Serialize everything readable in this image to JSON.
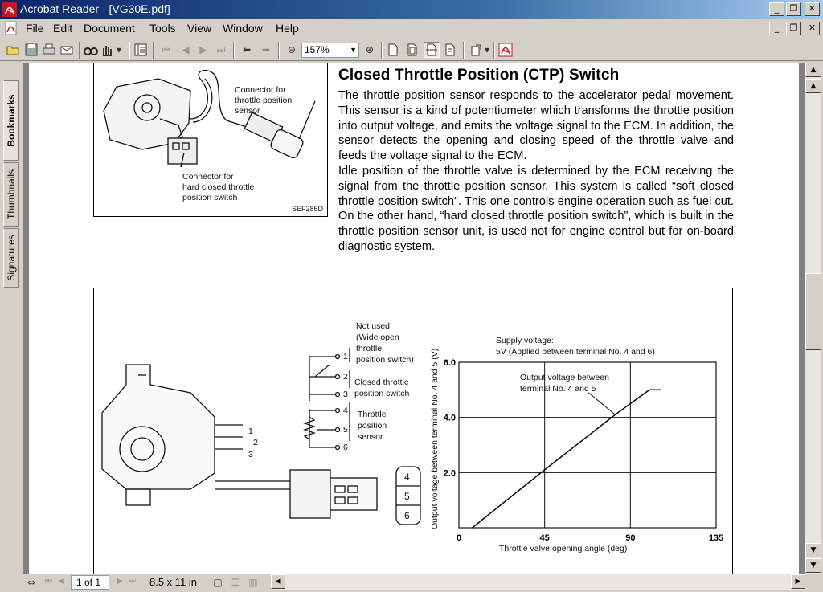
{
  "window": {
    "app_title": "Acrobat Reader - [VG30E.pdf]",
    "min_btn": "_",
    "restore_btn": "❐",
    "close_btn": "✕"
  },
  "menu": [
    "File",
    "Edit",
    "Document",
    "Tools",
    "View",
    "Window",
    "Help"
  ],
  "toolbar": {
    "zoom_value": "157%"
  },
  "side_tabs": [
    "Bookmarks",
    "Thumbnails",
    "Signatures"
  ],
  "statusbar": {
    "page_indicator": "1 of 1",
    "page_size": "8.5 x 11 in"
  },
  "document": {
    "figure1": {
      "label_connector_tps": "Connector for\nthrottle position\nsensor",
      "label_connector_hard": "Connector for\nhard closed throttle\nposition switch",
      "code": "SEF286D"
    },
    "section_title": "Closed Throttle Position (CTP) Switch",
    "para1": "The throttle position sensor responds to the accelerator pedal movement. This sensor is a kind of potentiometer which transforms the throttle position into output voltage, and emits the voltage signal to the ECM. In addition, the sensor detects the opening and closing speed of the throttle valve and feeds the voltage signal to the ECM.",
    "para2": "Idle position of the throttle valve is determined by the ECM receiving the signal from the throttle position sensor. This system is called “soft closed throttle position switch”. This one controls engine operation such as fuel cut. On the other hand, “hard closed throttle position switch”, which is built in the throttle position sensor unit, is used not for engine control but for on-board diagnostic system.",
    "figure2": {
      "not_used": "Not used\n(Wide open\nthrottle\nposition switch)",
      "closed_throttle": "Closed throttle\nposition switch",
      "tps": "Throttle\nposition\nsensor",
      "terminals": [
        "1",
        "2",
        "3",
        "4",
        "5",
        "6"
      ],
      "connector_pins": [
        "4",
        "5",
        "6"
      ],
      "side_pins": [
        "1",
        "2",
        "3"
      ],
      "supply_voltage": "Supply voltage:\n5V (Applied between terminal No. 4 and 6)",
      "output_label": "Output voltage between\nterminal No. 4 and 5"
    }
  },
  "chart_data": {
    "type": "line",
    "title": "",
    "xlabel": "Throttle valve opening angle  (deg)",
    "ylabel": "Output voltage between terminal No. 4 and 5 (V)",
    "x_ticks": [
      "0",
      "45",
      "90",
      "135"
    ],
    "y_ticks": [
      "0",
      "2.0",
      "4.0",
      "6.0"
    ],
    "xlim": [
      0,
      135
    ],
    "ylim": [
      0,
      6
    ],
    "grid": true,
    "series": [
      {
        "x": [
          7,
          45,
          82,
          100,
          106
        ],
        "y": [
          0,
          2.1,
          4.1,
          5,
          5
        ]
      }
    ]
  },
  "colors": {
    "titlebar_start": "#0a246a",
    "titlebar_end": "#a6caf0",
    "chrome": "#d4d0c8",
    "doc_bg": "#808080"
  }
}
